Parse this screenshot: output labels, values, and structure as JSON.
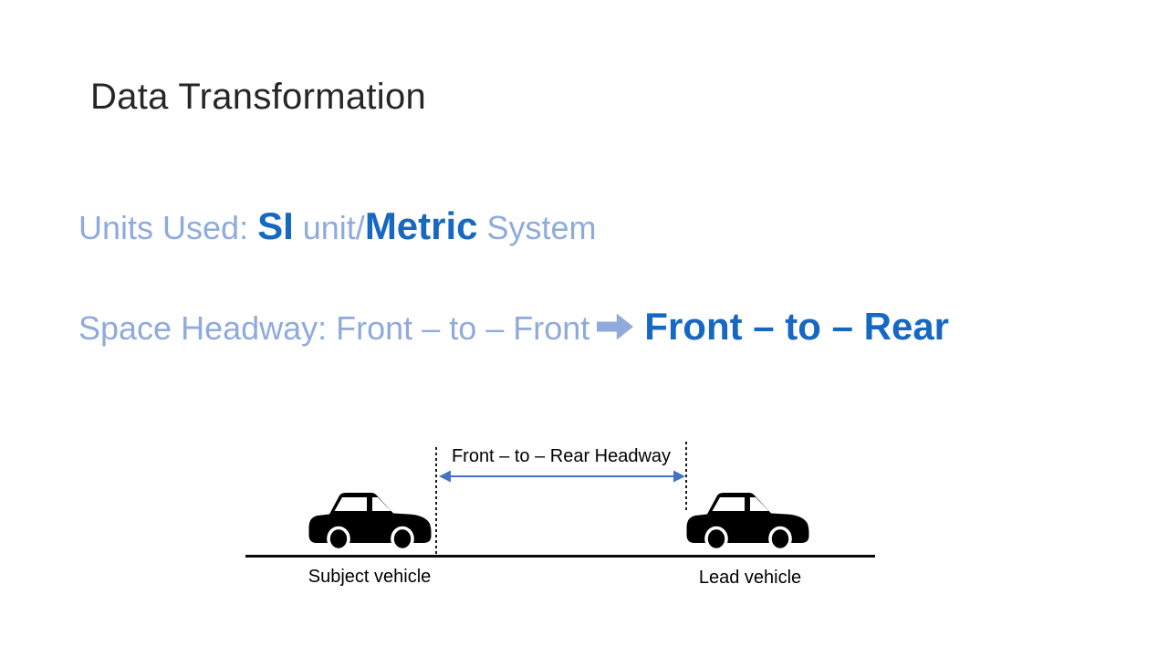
{
  "slide": {
    "title": "Data Transformation",
    "units_line": {
      "prefix": "Units Used: ",
      "si": "SI",
      "mid": " unit/",
      "metric": "Metric",
      "suffix": " System"
    },
    "headway_line": {
      "prefix": "Space Headway: Front – to – Front",
      "arrow_icon": "right-arrow-icon",
      "bold": "Front – to – Rear"
    },
    "diagram": {
      "headway_label": "Front – to – Rear Headway",
      "subject_vehicle_label": "Subject vehicle",
      "lead_vehicle_label": "Lead vehicle",
      "measure_arrow_icon": "double-headed-arrow-icon",
      "vehicle_icon": "car-side-icon"
    },
    "colors": {
      "light_blue": "#8FAADC",
      "dark_blue": "#1668C2",
      "measure_arrow_blue": "#4472C4",
      "title_color": "#262626",
      "diagram_black": "#000000",
      "background": "#FFFFFF"
    }
  }
}
